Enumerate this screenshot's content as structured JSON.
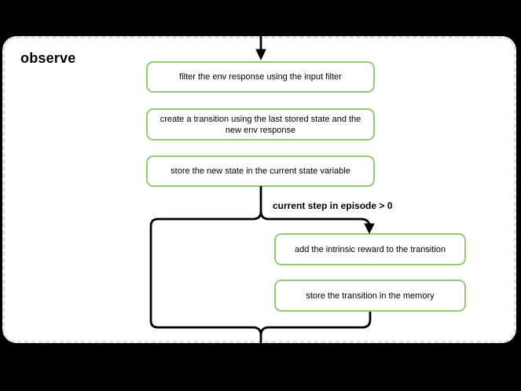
{
  "panel": {
    "title": "observe"
  },
  "nodes": [
    {
      "id": "filter-env-response",
      "label": "filter the env response using the input filter"
    },
    {
      "id": "create-transition",
      "label": "create a transition using the last stored state and the new env response"
    },
    {
      "id": "store-new-state",
      "label": "store the new state in the current state variable"
    },
    {
      "id": "add-intrinsic-reward",
      "label": "add the intrinsic reward to the transition"
    },
    {
      "id": "store-transition-memory",
      "label": "store the transition in the memory"
    }
  ],
  "condition": {
    "label": "current step in episode > 0"
  },
  "edges": [
    {
      "from": "start",
      "to": "filter-env-response",
      "type": "arrow"
    },
    {
      "from": "store-new-state",
      "to": "branch-point",
      "type": "line"
    },
    {
      "from": "branch-point",
      "to": "add-intrinsic-reward",
      "type": "arrow",
      "label": "current step in episode > 0"
    },
    {
      "from": "branch-point",
      "to": "exit",
      "type": "bypass-loop"
    },
    {
      "from": "store-transition-memory",
      "to": "exit",
      "type": "line"
    }
  ],
  "colors": {
    "background": "#000000",
    "panel_fill": "#ffffff",
    "panel_border": "#e0e0e0",
    "node_border": "#95c97a",
    "node_fill": "#ffffff",
    "connector": "#000000",
    "text": "#000000"
  }
}
